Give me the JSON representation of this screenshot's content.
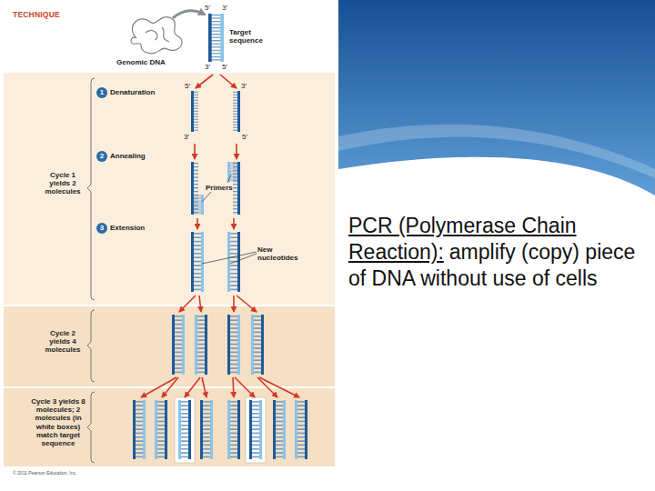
{
  "diagram": {
    "nodes": [
      {
        "text": [
          "1",
          "Denaturation"
        ]
      },
      {
        "text": [
          "2",
          "Annealing"
        ]
      },
      {
        "text": [
          "3",
          "Extension"
        ]
      }
    ],
    "labels": [
      "TECHNIQUE",
      "5′",
      "3′",
      "Target sequence",
      "Genomic DNA",
      "3′",
      "5′",
      "5′",
      "3′",
      "3′",
      "5′",
      "Cycle 1 yields 2 molecules",
      "Primers",
      "New nucleotides",
      "Cycle 2 yields 4 molecules",
      "Cycle 3 yields 8 molecules; 2 molecules (in white boxes) match target sequence",
      "© 2011 Pearson Education, Inc.",
      "PCR (Polymerase Chain Reaction):",
      "amplify (copy) piece of DNA without use of cells"
    ]
  }
}
